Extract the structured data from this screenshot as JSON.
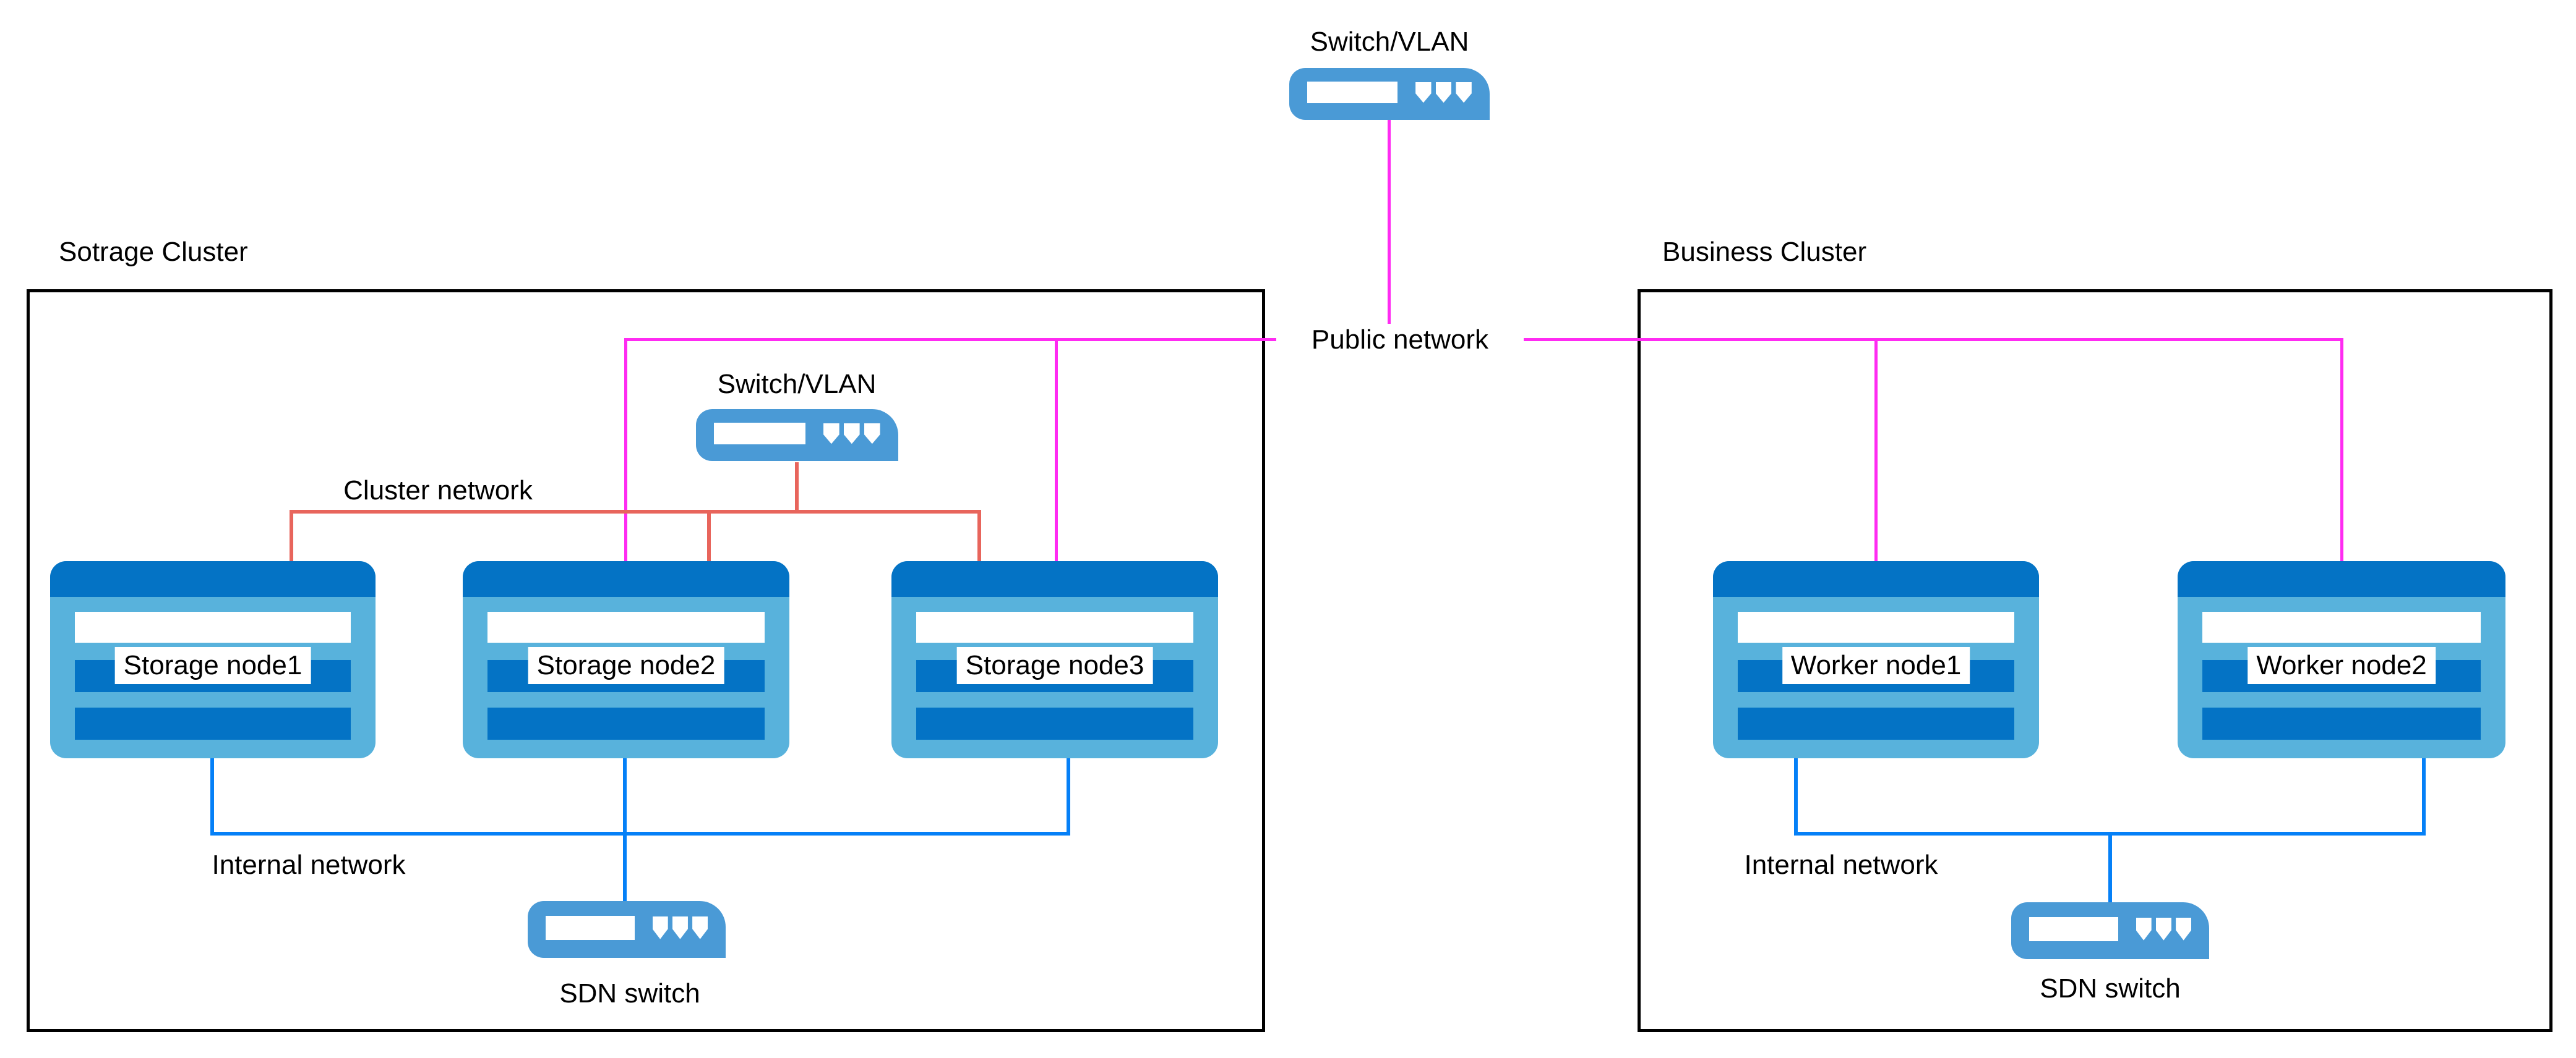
{
  "colors": {
    "public_network": "#FF2BF2",
    "cluster_network": "#E8655C",
    "internal_network": "#0580F7",
    "node_body": "#58B2DC",
    "node_header": "#0473C5",
    "switch_icon": "#4A9AD6",
    "box_border": "#000000"
  },
  "top_switch_label": "Switch/VLAN",
  "public_network_label": "Public network",
  "storage_cluster": {
    "title": "Sotrage Cluster",
    "switch_label": "Switch/VLAN",
    "cluster_network_label": "Cluster network",
    "internal_network_label": "Internal network",
    "sdn_switch_label": "SDN switch",
    "nodes": [
      {
        "label": "Storage node1"
      },
      {
        "label": "Storage node2"
      },
      {
        "label": "Storage node3"
      }
    ]
  },
  "business_cluster": {
    "title": "Business Cluster",
    "internal_network_label": "Internal network",
    "sdn_switch_label": "SDN switch",
    "nodes": [
      {
        "label": "Worker node1"
      },
      {
        "label": "Worker node2"
      }
    ]
  }
}
